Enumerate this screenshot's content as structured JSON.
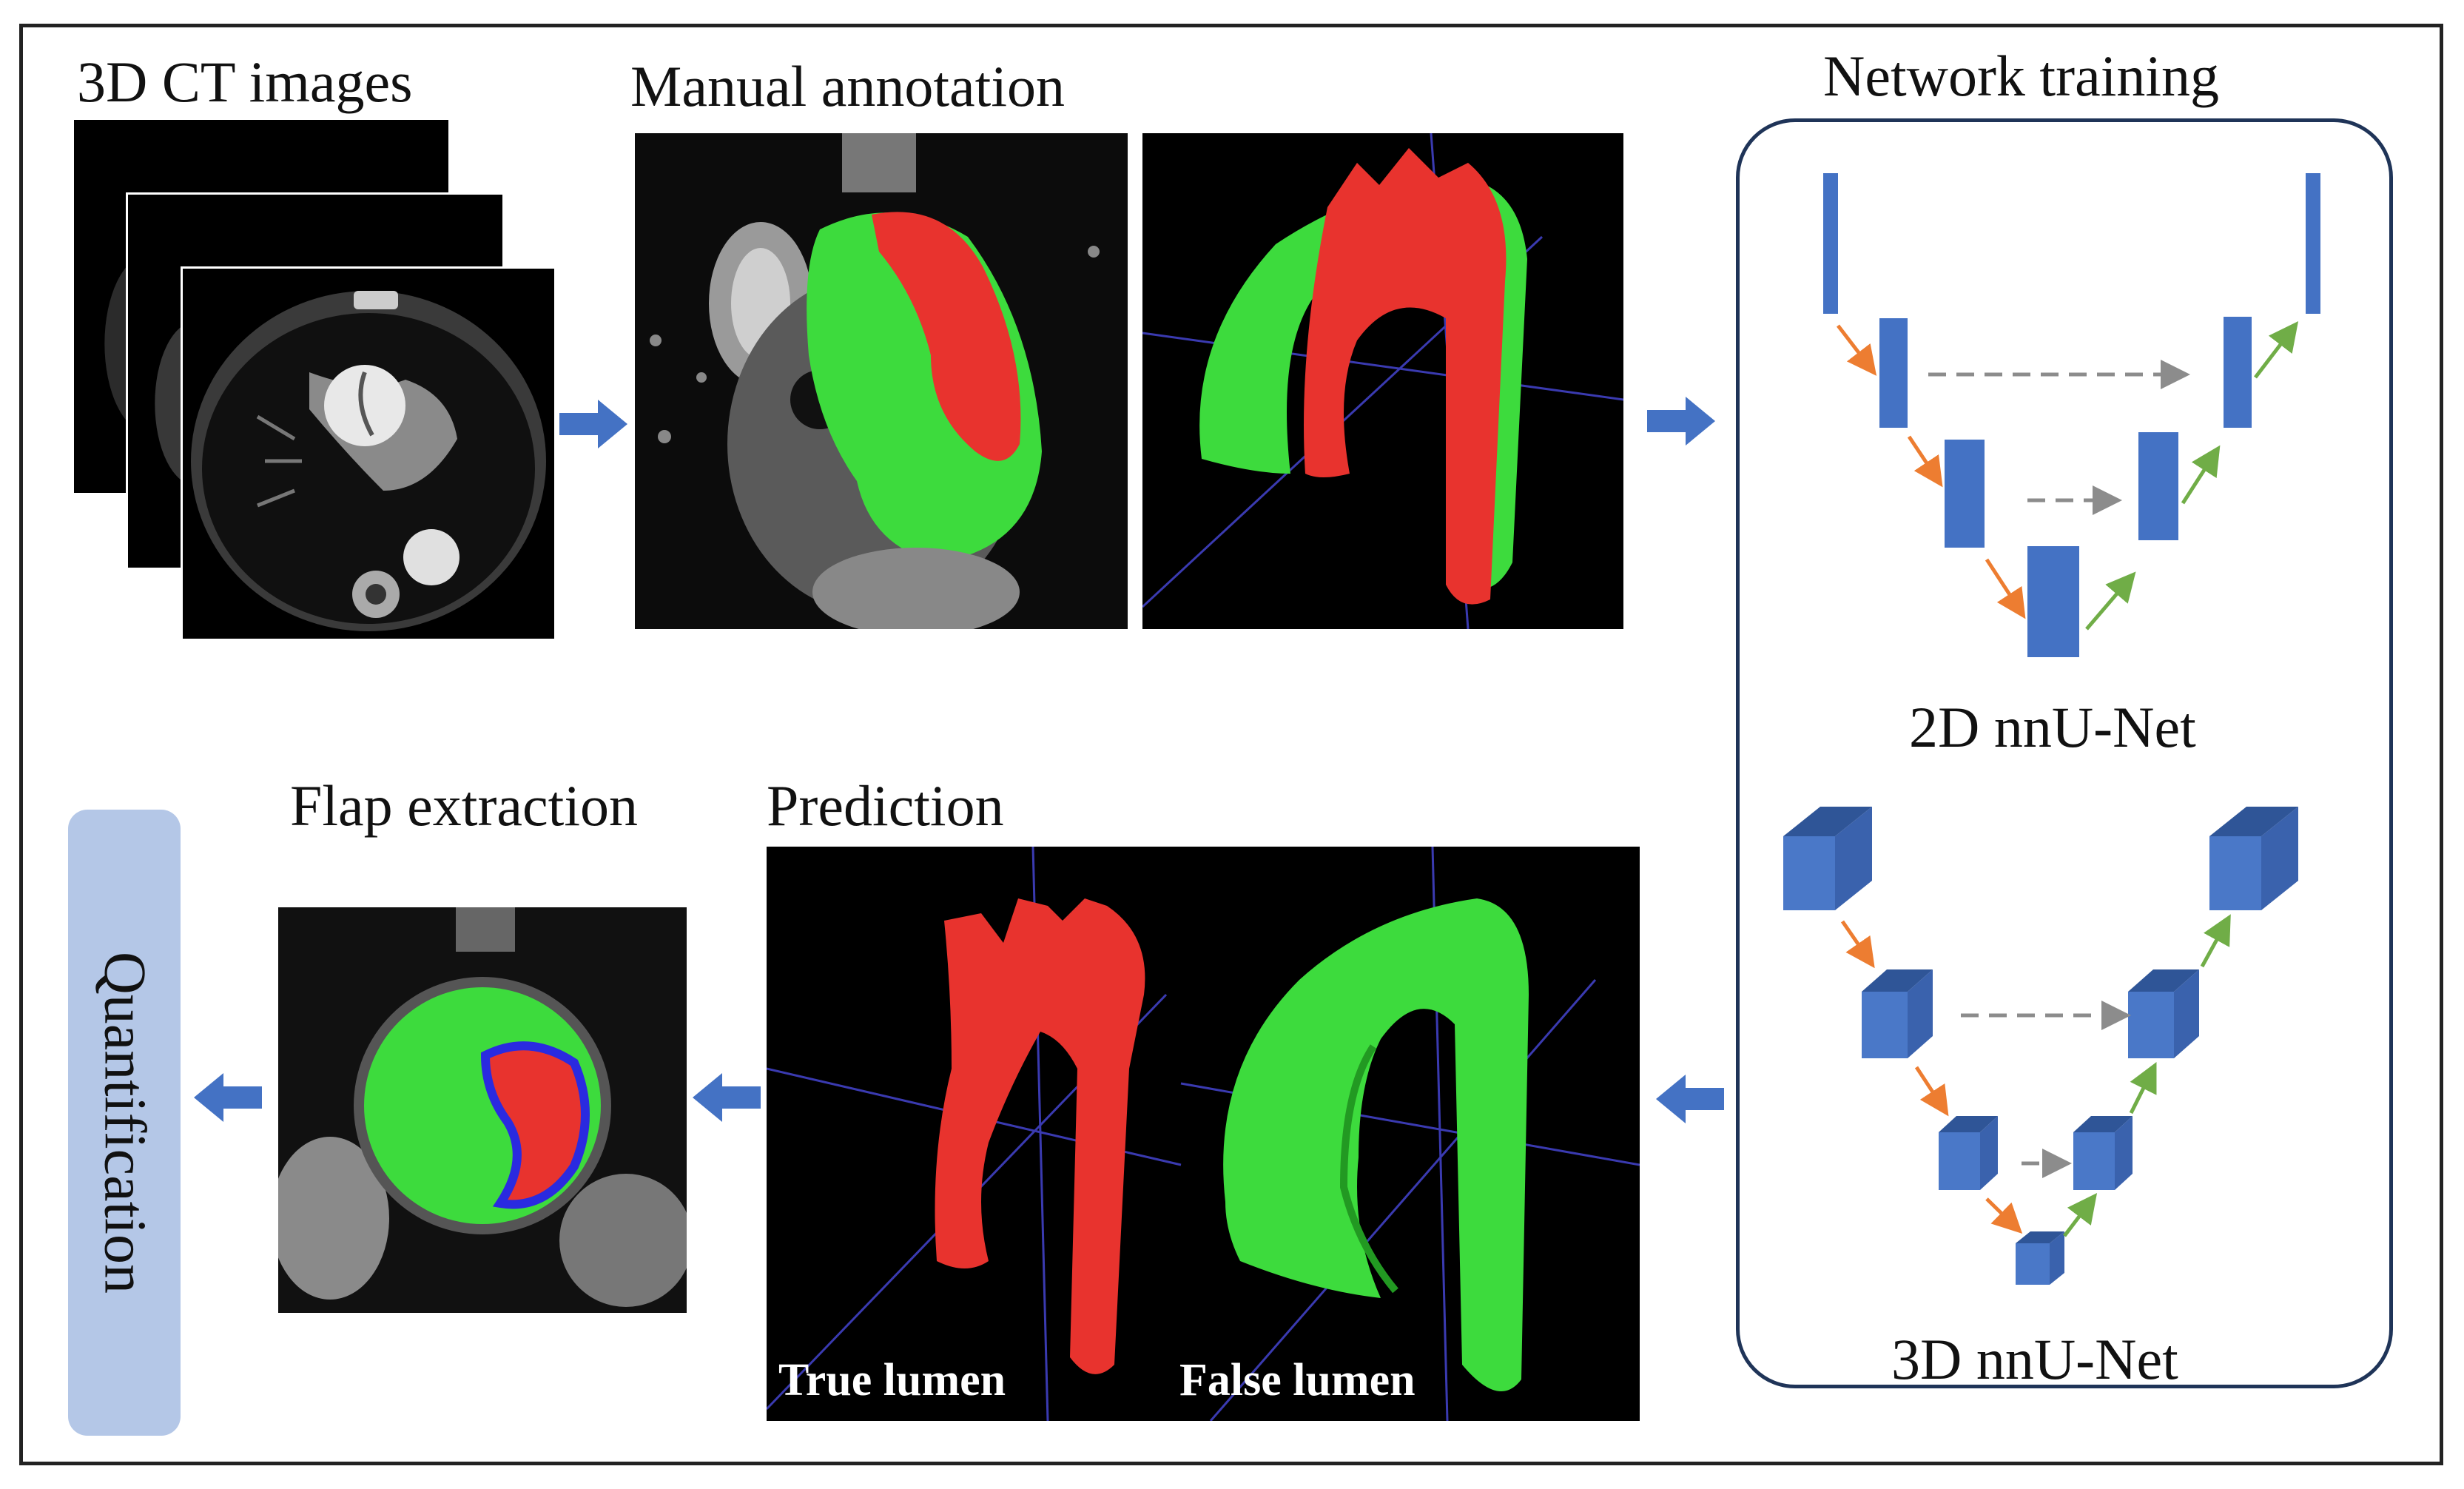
{
  "labels": {
    "ct_images": "3D CT images",
    "manual_annotation": "Manual annotation",
    "network_training": "Network training",
    "nnunet_2d": "2D nnU-Net",
    "nnunet_3d": "3D nnU-Net",
    "prediction": "Prediction",
    "flap_extraction": "Flap extraction",
    "quantification": "Quantification",
    "true_lumen": "True lumen",
    "false_lumen": "False lumen"
  },
  "colors": {
    "arrow_blue": "#4472c4",
    "encoder_orange": "#ed7d31",
    "decoder_green": "#70ad47",
    "skip_gray": "#8c8c8c",
    "block_blue": "#4472c4",
    "cube_front": "#4a78c8",
    "cube_top": "#2f5597",
    "cube_side": "#3a62ad",
    "false_lumen_green": "#3ddb3d",
    "true_lumen_red": "#e8332e",
    "flap_blue": "#2a2ae0",
    "quantification_box": "#b4c7e7",
    "panel_border": "#1f3458"
  }
}
